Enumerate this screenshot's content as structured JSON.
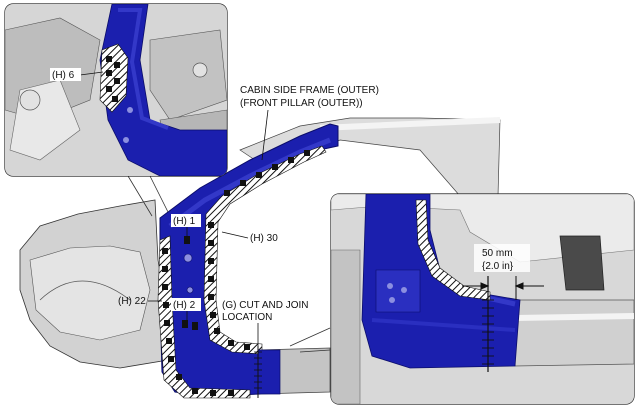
{
  "colors": {
    "panel": "#1b1fae",
    "panel_light": "#3338c8",
    "panel_dark": "#10138a",
    "body_gray": "#c9c9c9",
    "body_light": "#e6e6e6",
    "outline": "#222222"
  },
  "labels": {
    "cabin_side_frame_line1": "CABIN SIDE FRAME (OUTER)",
    "cabin_side_frame_line2": "(FRONT PILLAR (OUTER))",
    "h6": "(H) 6",
    "h1": "(H) 1",
    "h30": "(H) 30",
    "h22": "(H) 22",
    "h2": "(H) 2",
    "cut_join_line1": "(G) CUT AND JOIN",
    "cut_join_line2": "LOCATION",
    "dim_mm": "50 mm",
    "dim_in": "{2.0 in}"
  }
}
